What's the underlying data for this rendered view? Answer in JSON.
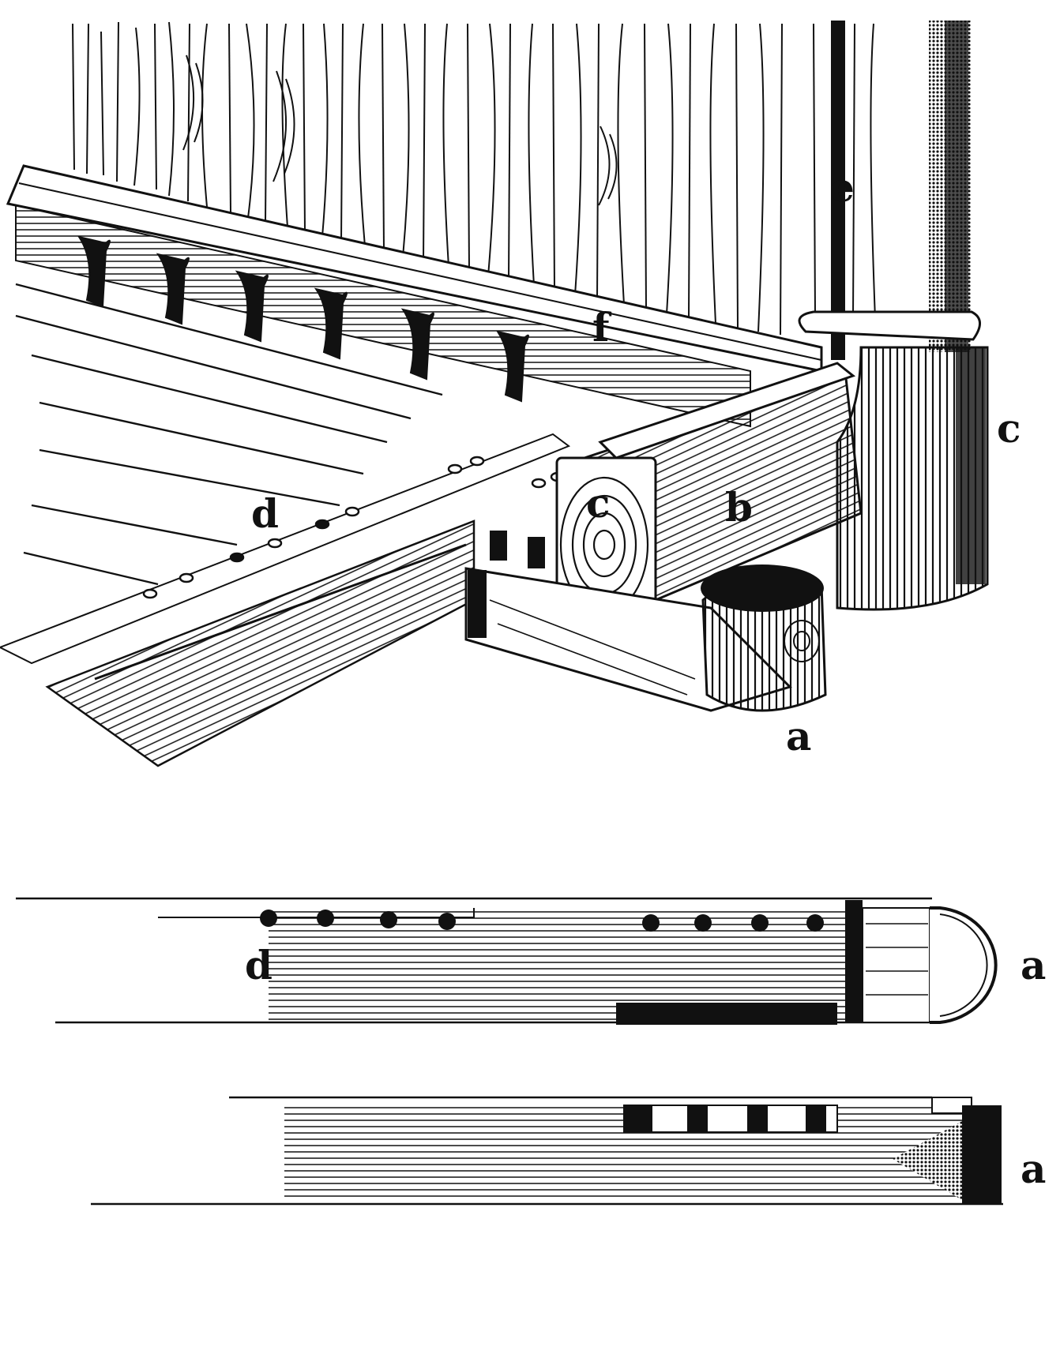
{
  "labels": {
    "a_top": "a",
    "b": "b",
    "c_right": "c",
    "c_center": "c",
    "d_top": "d",
    "e": "e",
    "f": "f",
    "a_middle": "a",
    "d_middle": "d",
    "a_bottom": "a"
  },
  "colors": {
    "ink": "#111111",
    "paper": "#ffffff"
  }
}
